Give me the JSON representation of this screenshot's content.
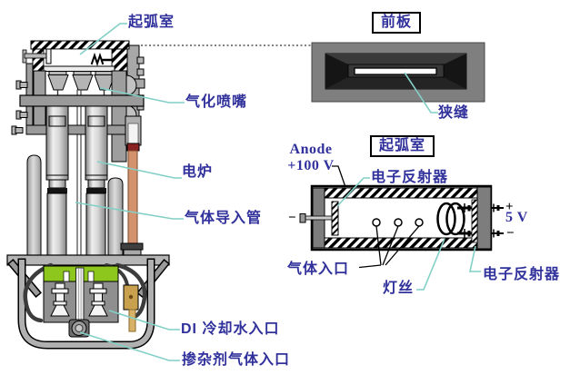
{
  "colors": {
    "label": "#31319c",
    "leader": "#82cfc7",
    "green_block": "#8dc71e",
    "copper_tube": "#d4916e",
    "brass": "#c9a14e",
    "panel_gray": "#7f7f7f"
  },
  "left_diagram": {
    "labels": {
      "arc_chamber": "起弧室",
      "vaporizer_nozzle": "气化喷嘴",
      "furnace": "电炉",
      "gas_inlet_tube": "气体导入管",
      "di_water_inlet": "DI 冷却水入口",
      "dopant_gas_inlet": "掺杂剂气体入口"
    }
  },
  "front_panel": {
    "title": "前板",
    "slit_label": "狭缝"
  },
  "arc_chamber_schematic": {
    "title": "起弧室",
    "anode_line1": "Anode",
    "anode_line2": "+100 V",
    "electron_reflector_top": "电子反射器",
    "electron_reflector_right": "电子反射器",
    "gas_inlet": "气体入口",
    "filament": "灯丝",
    "voltage": "5 V",
    "plus": "+",
    "minus_right": "−",
    "minus_left": "−"
  }
}
